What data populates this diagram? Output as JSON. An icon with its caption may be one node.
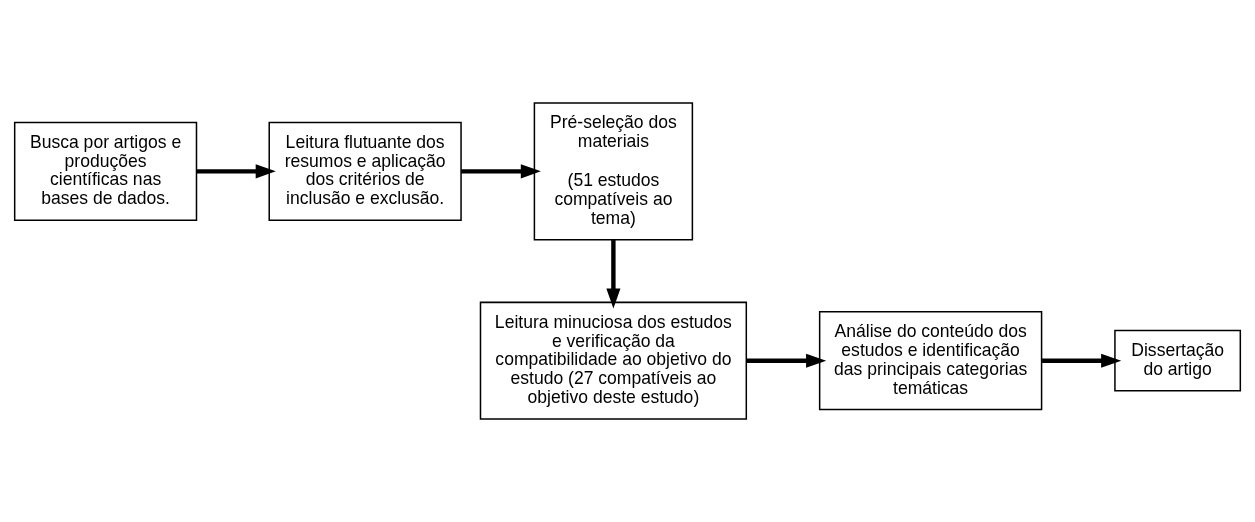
{
  "diagram": {
    "nodes": [
      {
        "text": [
          "Busca por artigos e produções científicas nas bases de dados."
        ]
      },
      {
        "text": [
          "Leitura flutuante dos resumos e aplicação dos critérios de inclusão e exclusão."
        ]
      },
      {
        "text": [
          "Pré-seleção dos materiais",
          "(51 estudos compatíveis ao tema)"
        ]
      },
      {
        "text": [
          "Leitura minuciosa dos estudos e verificação da compatibilidade ao objetivo do estudo (27 compatíveis ao objetivo deste estudo)"
        ]
      },
      {
        "text": [
          "Análise do conteúdo dos estudos e identificação das principais categorias temáticas"
        ]
      },
      {
        "text": [
          "Dissertação do artigo"
        ]
      }
    ],
    "edges": [
      {
        "from": 0,
        "to": 1,
        "arrow": "to"
      },
      {
        "from": 1,
        "to": 2,
        "arrow": "to"
      },
      {
        "from": 2,
        "to": 3,
        "arrow": "to"
      },
      {
        "from": 3,
        "to": 4,
        "arrow": "to"
      },
      {
        "from": 4,
        "to": 5,
        "arrow": "to"
      }
    ]
  }
}
